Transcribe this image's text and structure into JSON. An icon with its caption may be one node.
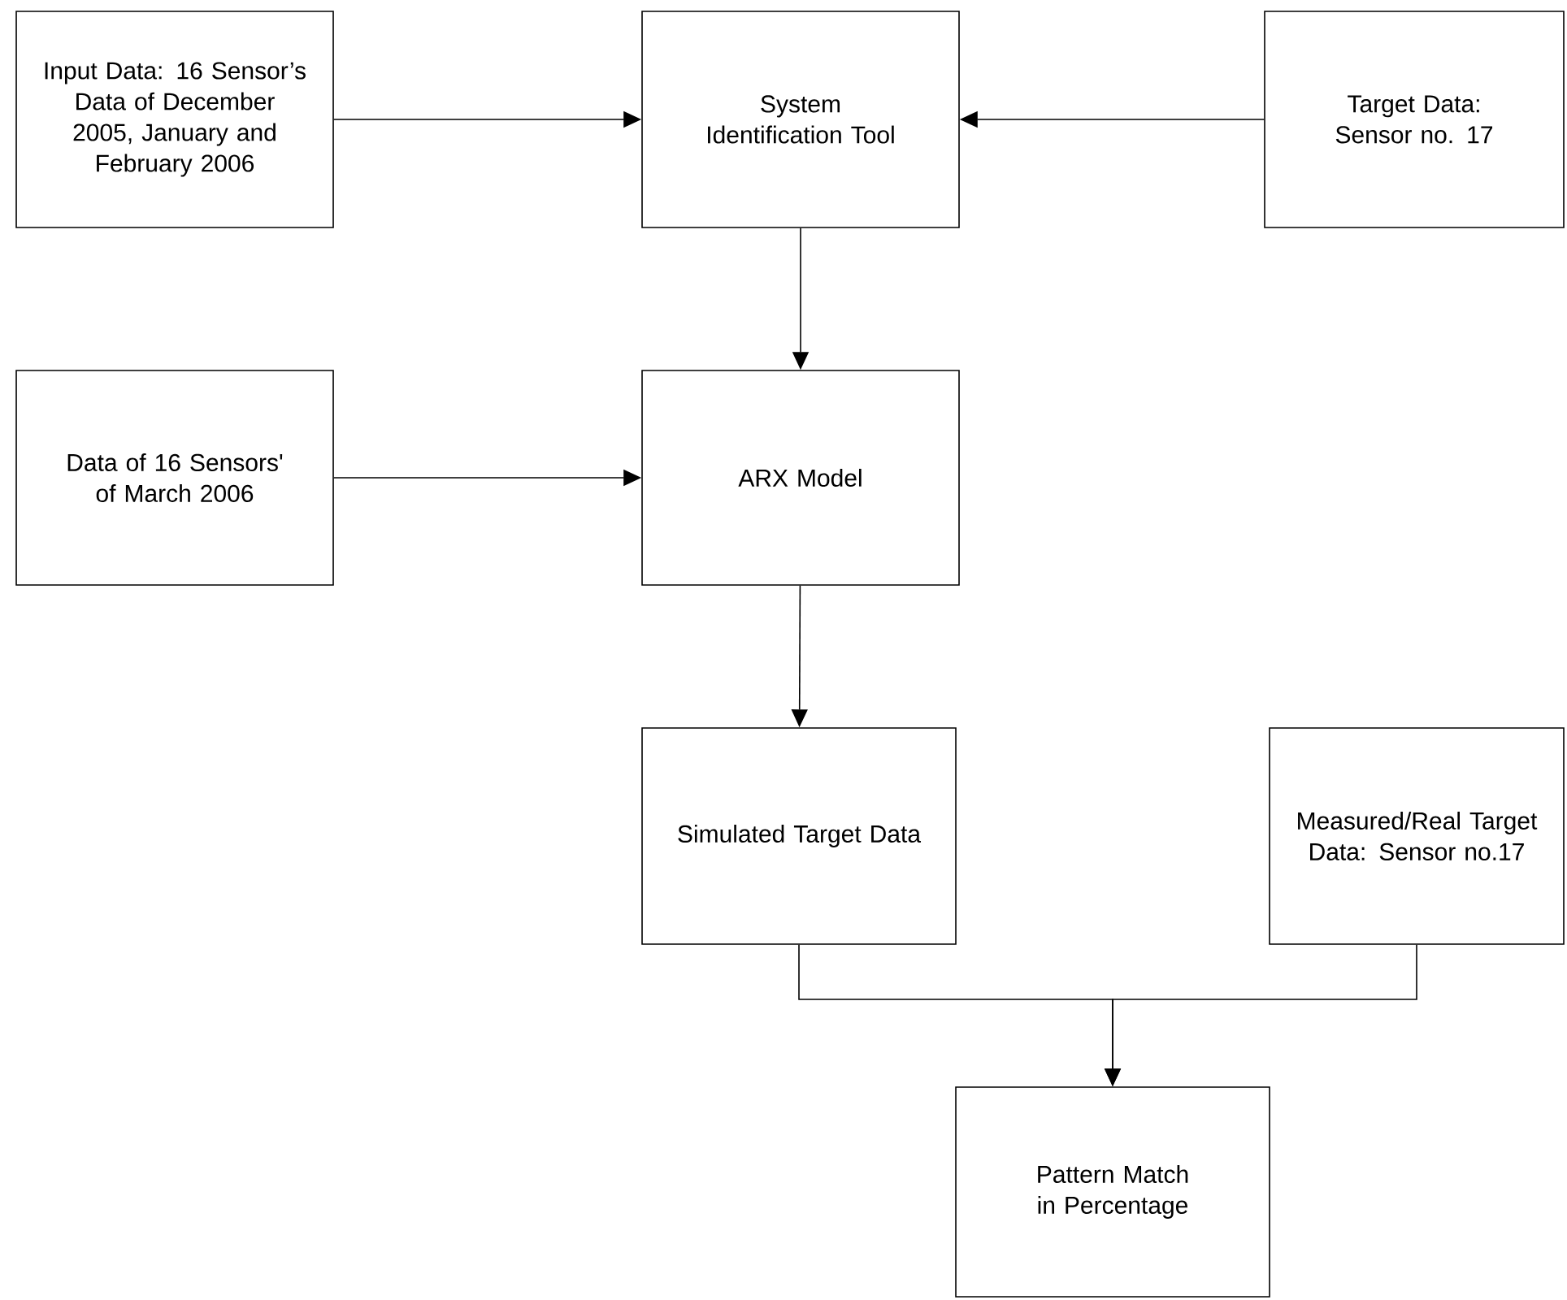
{
  "diagram": {
    "nodes": [
      {
        "text": [
          "Input Data: 16 Sensor’s Data of December 2005, January and February 2006"
        ]
      },
      {
        "text": [
          "System Identification Tool"
        ]
      },
      {
        "text": [
          "Target Data: Sensor no. 17"
        ]
      },
      {
        "text": [
          "Data of 16 Sensors' of March 2006"
        ]
      },
      {
        "text": [
          "ARX Model"
        ]
      },
      {
        "text": [
          "Simulated Target Data"
        ]
      },
      {
        "text": [
          "Measured/Real Target Data: Sensor no.17"
        ]
      },
      {
        "text": [
          "Pattern Match in Percentage"
        ]
      }
    ],
    "edges": [
      {
        "from": 0,
        "to": 1,
        "arrow": "to"
      },
      {
        "from": 2,
        "to": 1,
        "arrow": "to"
      },
      {
        "from": 1,
        "to": 4,
        "arrow": "to"
      },
      {
        "from": 3,
        "to": 4,
        "arrow": "to"
      },
      {
        "from": 4,
        "to": 5,
        "arrow": "to"
      },
      {
        "from": 5,
        "to": 7,
        "arrow": "to"
      },
      {
        "from": 6,
        "to": 7,
        "arrow": "to"
      }
    ]
  }
}
